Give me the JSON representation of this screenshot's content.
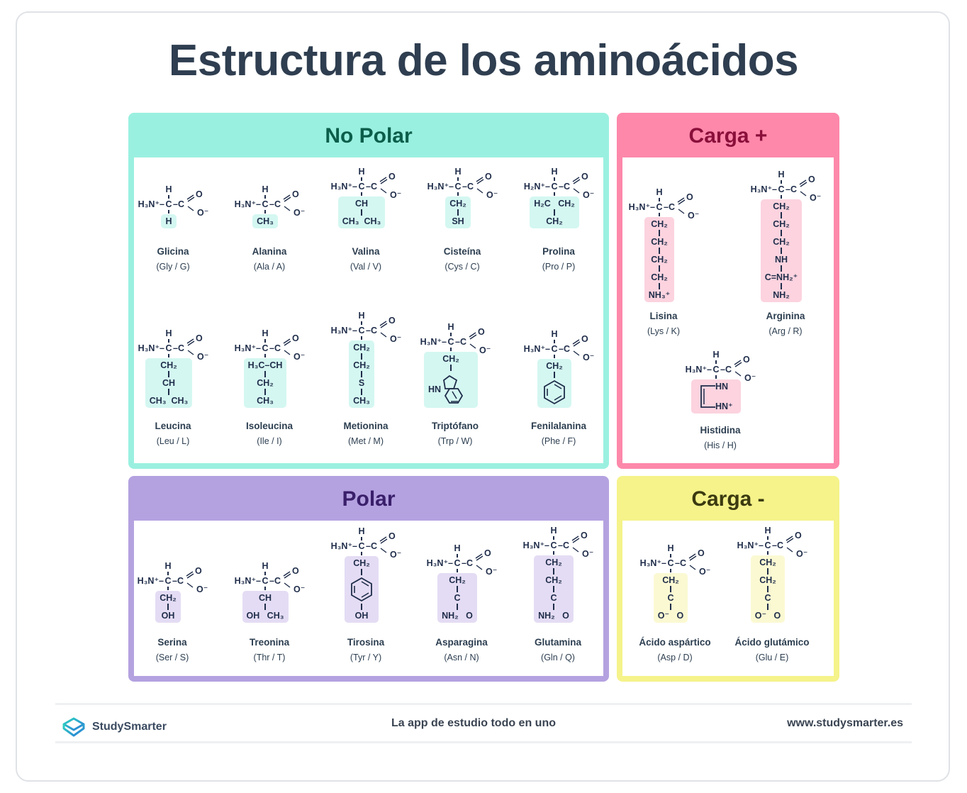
{
  "title": "Estructura de los aminoácidos",
  "colors": {
    "no_polar": {
      "header": "#9af0e0",
      "title": "#0b5e4a",
      "highlight": "#d4f7f1"
    },
    "carga_pos": {
      "header": "#fd88aa",
      "title": "#8a0f3a",
      "highlight": "#fcd3df"
    },
    "polar": {
      "header": "#b4a2e0",
      "title": "#3a1f6b",
      "highlight": "#e4dcf4"
    },
    "carga_neg": {
      "header": "#f5f38a",
      "title": "#3b3a10",
      "highlight": "#fbf9d2"
    },
    "text": "#1f2d4a"
  },
  "panels": [
    {
      "key": "no_polar",
      "title": "No Polar",
      "items": [
        {
          "name": "Glicina",
          "code": "(Gly / G)",
          "nterm": "H₃N⁺",
          "side": [
            "H"
          ]
        },
        {
          "name": "Alanina",
          "code": "(Ala / A)",
          "nterm": "H₃N⁺",
          "side": [
            "CH₃"
          ]
        },
        {
          "name": "Valina",
          "code": "(Val / V)",
          "nterm": "H₃N⁺",
          "side": [
            "CH",
            "CH₃  CH₃"
          ]
        },
        {
          "name": "Cisteína",
          "code": "(Cys / C)",
          "nterm": "H₃N⁺",
          "side": [
            "CH₂",
            "SH"
          ]
        },
        {
          "name": "Prolina",
          "code": "(Pro / P)",
          "nterm": "H₂N⁺",
          "side": [
            "H₂C   CH₂",
            "CH₂"
          ]
        },
        {
          "name": "Leucina",
          "code": "(Leu / L)",
          "nterm": "H₃N⁺",
          "side": [
            "CH₂",
            "CH",
            "CH₃  CH₃"
          ]
        },
        {
          "name": "Isoleucina",
          "code": "(Ile / I)",
          "nterm": "H₃N⁺",
          "side": [
            "H₃C–CH",
            "CH₂",
            "CH₃"
          ]
        },
        {
          "name": "Metionina",
          "code": "(Met / M)",
          "nterm": "H₃N⁺",
          "side": [
            "CH₂",
            "CH₂",
            "S",
            "CH₃"
          ]
        },
        {
          "name": "Triptófano",
          "code": "(Trp / W)",
          "nterm": "H₃N⁺",
          "side": [
            "CH₂",
            {
              "ring": "indole",
              "label": "HN"
            }
          ]
        },
        {
          "name": "Fenilalanina",
          "code": "(Phe / F)",
          "nterm": "H₃N⁺",
          "side": [
            "CH₂",
            {
              "ring": "benzene"
            }
          ]
        }
      ]
    },
    {
      "key": "carga_pos",
      "title": "Carga +",
      "items": [
        {
          "name": "Lisina",
          "code": "(Lys / K)",
          "nterm": "H₃N⁺",
          "side": [
            "CH₂",
            "CH₂",
            "CH₂",
            "CH₂",
            "NH₃⁺"
          ]
        },
        {
          "name": "Arginina",
          "code": "(Arg / R)",
          "nterm": "H₃N⁺",
          "side": [
            "CH₂",
            "CH₂",
            "CH₂",
            "NH",
            "C=NH₂⁺",
            "NH₂"
          ]
        },
        {
          "name": "Histidina",
          "code": "(His / H)",
          "nterm": "H₃N⁺",
          "side": [
            {
              "ring": "imidazole",
              "label": "HN",
              "label2": "HN⁺"
            }
          ]
        }
      ]
    },
    {
      "key": "polar",
      "title": "Polar",
      "items": [
        {
          "name": "Serina",
          "code": "(Ser / S)",
          "nterm": "H₃N⁺",
          "side": [
            "CH₂",
            "OH"
          ]
        },
        {
          "name": "Treonina",
          "code": "(Thr / T)",
          "nterm": "H₃N⁺",
          "side": [
            "CH",
            "OH   CH₃"
          ]
        },
        {
          "name": "Tirosina",
          "code": "(Tyr / Y)",
          "nterm": "H₃N⁺",
          "side": [
            "CH₂",
            {
              "ring": "benzene"
            },
            "OH"
          ]
        },
        {
          "name": "Asparagina",
          "code": "(Asn / N)",
          "nterm": "H₃N⁺",
          "side": [
            "CH₂",
            "C",
            "NH₂   O"
          ]
        },
        {
          "name": "Glutamina",
          "code": "(Gln / Q)",
          "nterm": "H₃N⁺",
          "side": [
            "CH₂",
            "CH₂",
            "C",
            "NH₂   O"
          ]
        }
      ]
    },
    {
      "key": "carga_neg",
      "title": "Carga -",
      "items": [
        {
          "name": "Ácido aspártico",
          "code": "(Asp / D)",
          "nterm": "H₃N⁺",
          "side": [
            "CH₂",
            "C",
            "O⁻   O"
          ]
        },
        {
          "name": "Ácido glutámico",
          "code": "(Glu / E)",
          "nterm": "H₃N⁺",
          "side": [
            "CH₂",
            "CH₂",
            "C",
            "O⁻   O"
          ]
        }
      ]
    }
  ],
  "molecule": {
    "alpha_h": "H",
    "alpha_c": "C",
    "carboxyl_c": "–C",
    "oxygen": "O",
    "oxygen_neg": "O⁻"
  },
  "footer": {
    "brand": "StudySmarter",
    "tagline": "La app de estudio todo en uno",
    "url": "www.studysmarter.es"
  }
}
